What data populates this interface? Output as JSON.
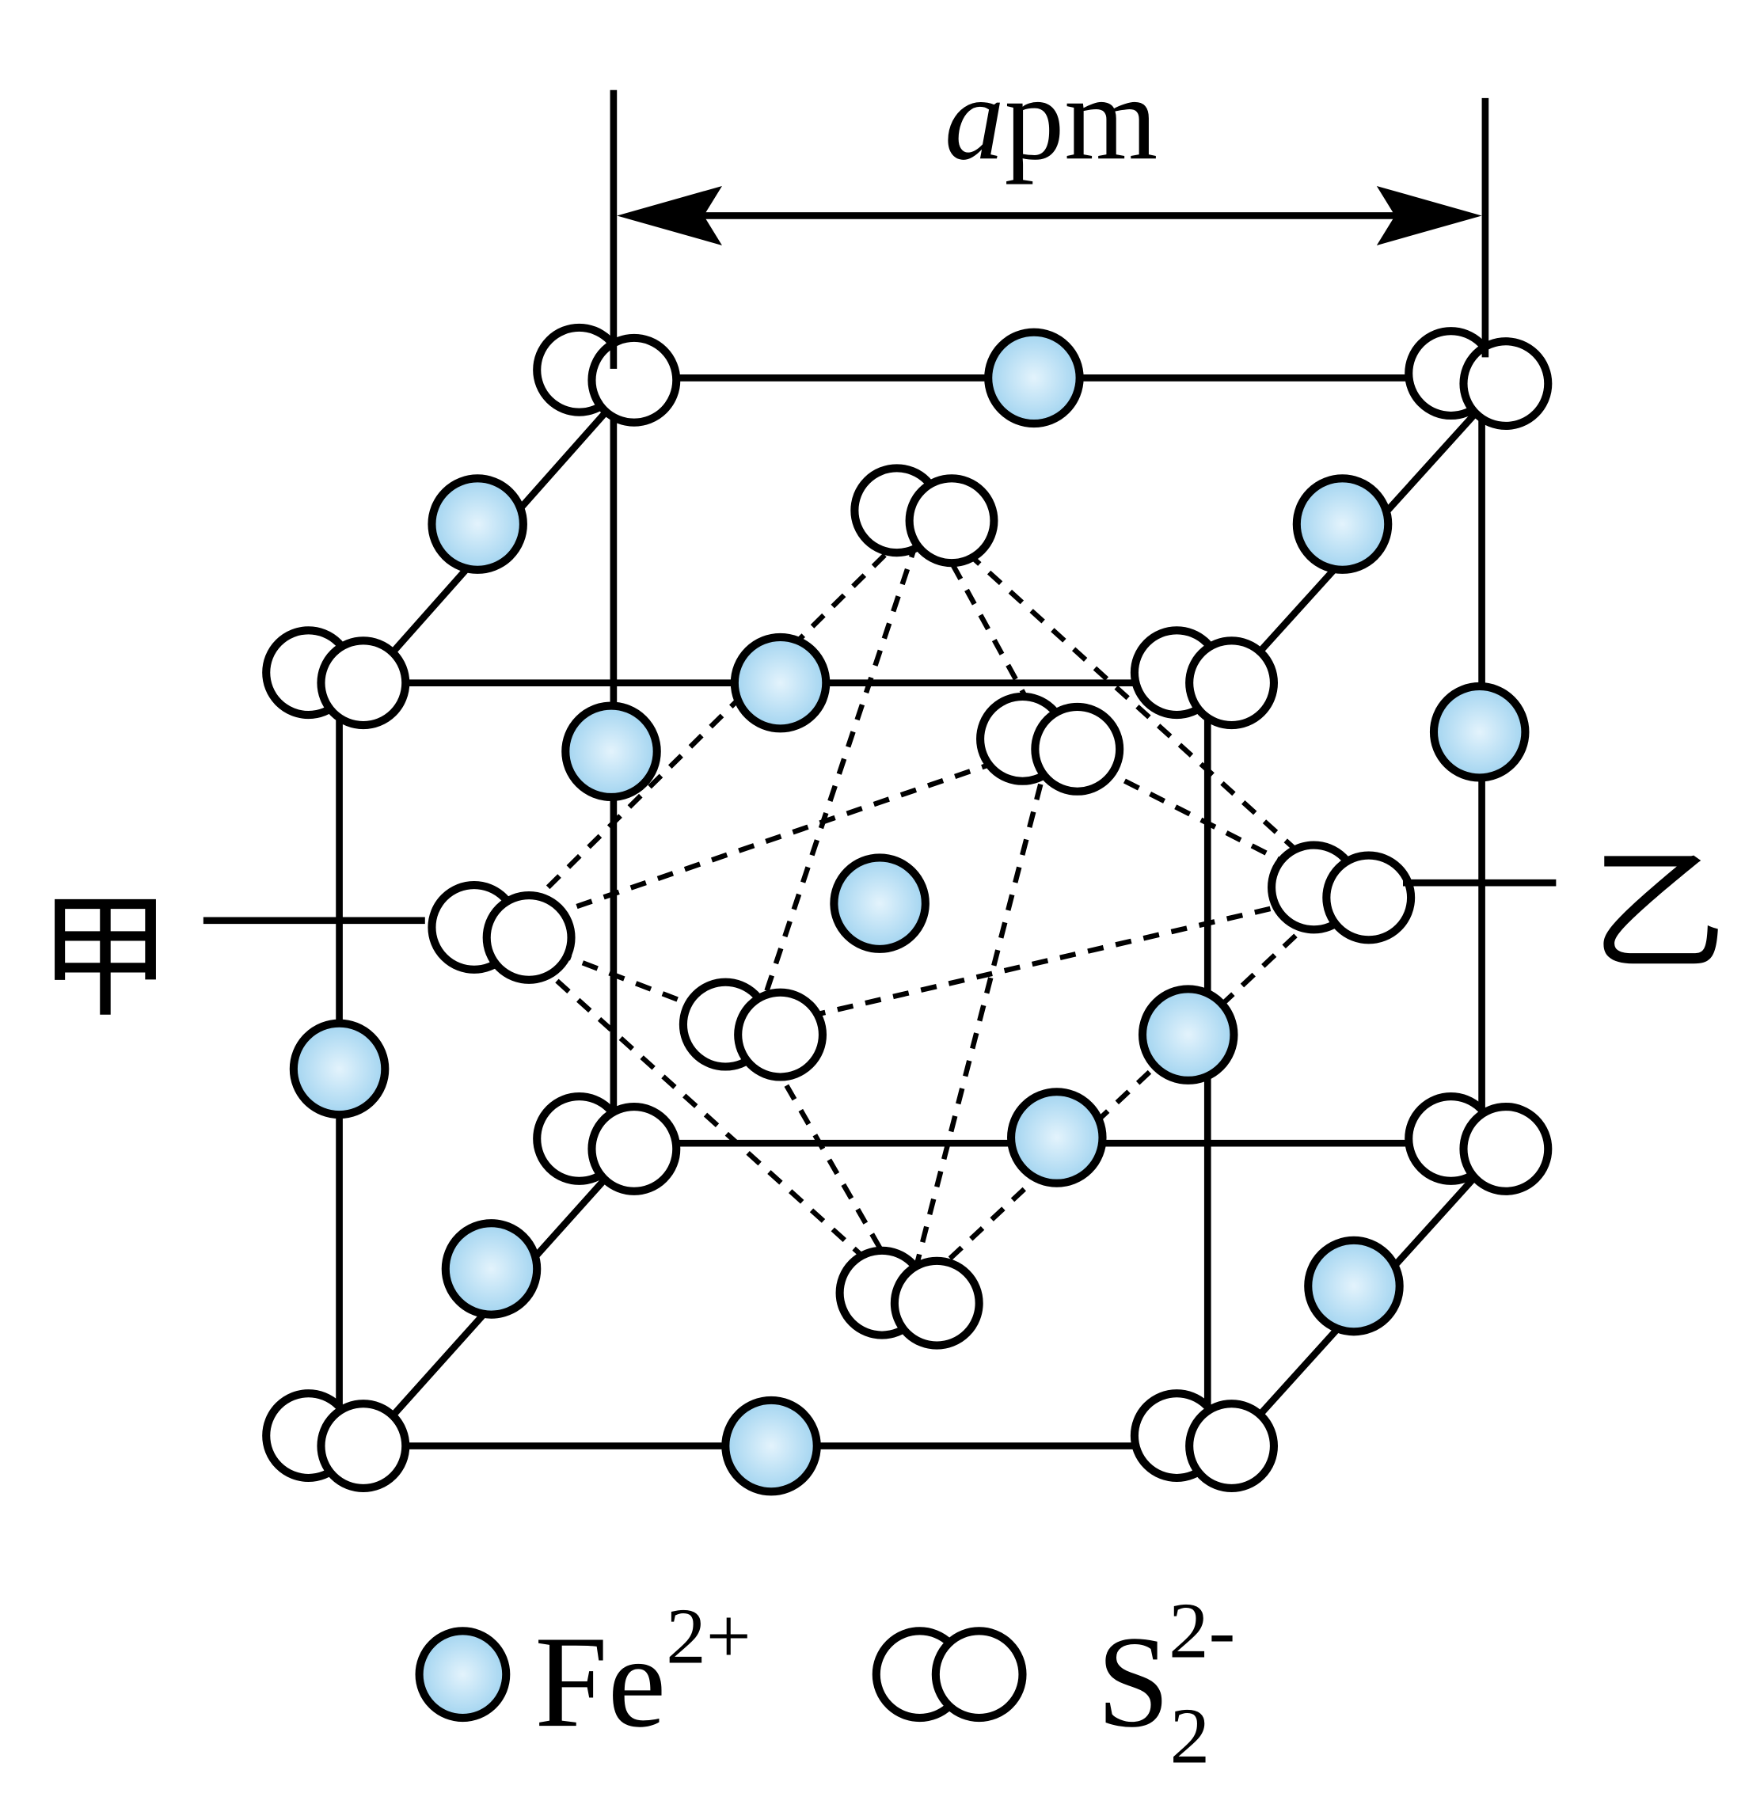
{
  "dimension": {
    "italic": "a",
    "unit": "pm"
  },
  "labels": {
    "jia": "甲",
    "yi": "乙"
  },
  "legend": {
    "fe": {
      "symbol": "Fe",
      "charge": "2+"
    },
    "s": {
      "symbol": "S",
      "subscript": "2",
      "charge": "2-"
    }
  },
  "colors": {
    "fe_fill": "#a9d8f2",
    "fe_center": "#e3f3fc",
    "stroke": "#000000",
    "s_fill": "#ffffff"
  }
}
